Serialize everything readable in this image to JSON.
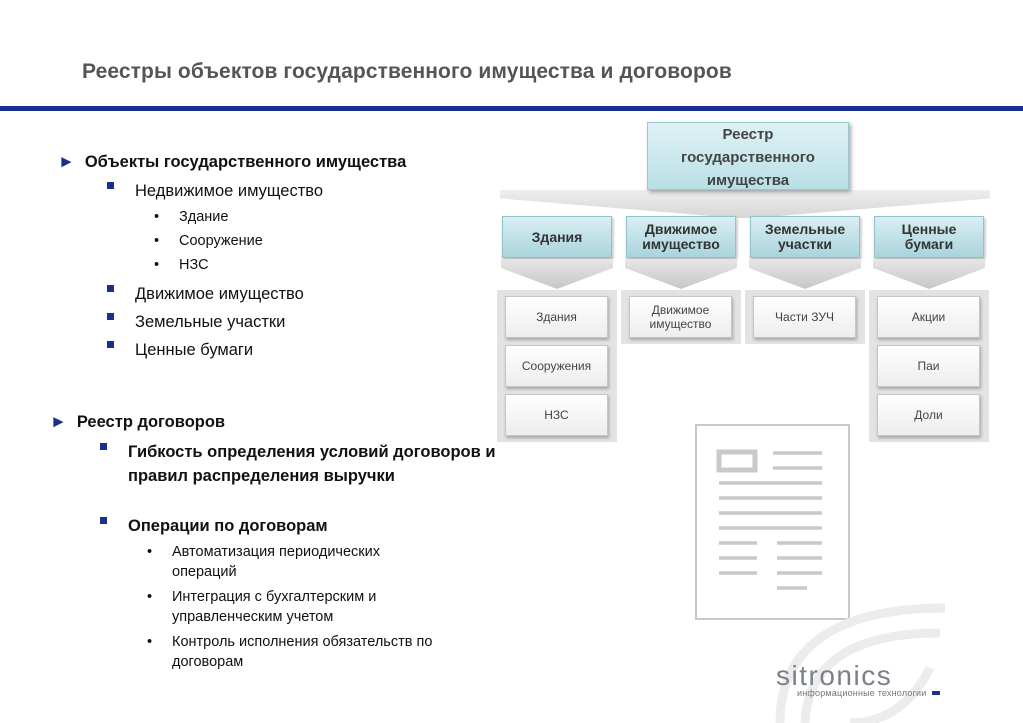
{
  "title": "Реестры объектов государственного имущества и договоров",
  "left": {
    "section1": {
      "heading": "Объекты государственного имущества",
      "items": [
        {
          "label": "Недвижимое имущество",
          "sub": [
            "Здание",
            "Сооружение",
            "НЗС"
          ]
        },
        {
          "label": "Движимое имущество"
        },
        {
          "label": "Земельные участки"
        },
        {
          "label": "Ценные бумаги"
        }
      ]
    },
    "section2": {
      "heading": "Реестр договоров",
      "items": [
        {
          "label": "Гибкость определения условий договоров  и правил распределения выручки"
        },
        {
          "label": "Операции по договорам",
          "sub": [
            "Автоматизация периодических операций",
            "Интеграция с бухгалтерским и управленческим учетом",
            "Контроль исполнения обязательств по договорам"
          ]
        }
      ]
    }
  },
  "diagram": {
    "root": "Реестр государственного имущества",
    "categories": [
      {
        "label": "Здания",
        "items": [
          "Здания",
          "Сооружения",
          "НЗС"
        ]
      },
      {
        "label": "Движимое имущество",
        "items": [
          "Движимое имущество"
        ]
      },
      {
        "label": "Земельные участки",
        "items": [
          "Части ЗУЧ"
        ]
      },
      {
        "label": "Ценные бумаги",
        "items": [
          "Акции",
          "Паи",
          "Доли"
        ]
      }
    ]
  },
  "logo": {
    "name": "sitronics",
    "tagline": "информационные технологии"
  },
  "colors": {
    "accent": "#1b2f8f",
    "box": "#b9dfe6",
    "gray": "#e3e3e3"
  }
}
